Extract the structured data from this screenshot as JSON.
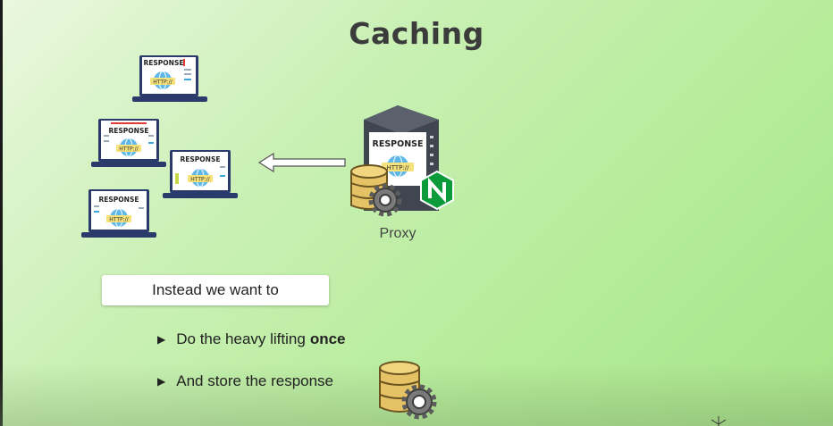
{
  "slide": {
    "title": "Caching",
    "laptop_screen_label": "RESPONSE",
    "laptop_http_label": "HTTP://",
    "proxy_screen_label": "RESPONSE",
    "proxy_http_label": "HTTP://",
    "proxy_label": "Proxy",
    "callout": "Instead we want to",
    "bullets": [
      {
        "text": "Do the heavy lifting",
        "bold": "once"
      },
      {
        "text": "And store the response"
      }
    ],
    "icons": [
      "laptop-icon",
      "server-icon",
      "database-gear-icon",
      "nginx-logo",
      "left-arrow-icon",
      "bullet-triangle-icon"
    ],
    "colors": {
      "background": "#b4ec98",
      "laptop": "#2a3a6a",
      "nginx": "#0b9b3a",
      "database": "#e5c266"
    }
  }
}
